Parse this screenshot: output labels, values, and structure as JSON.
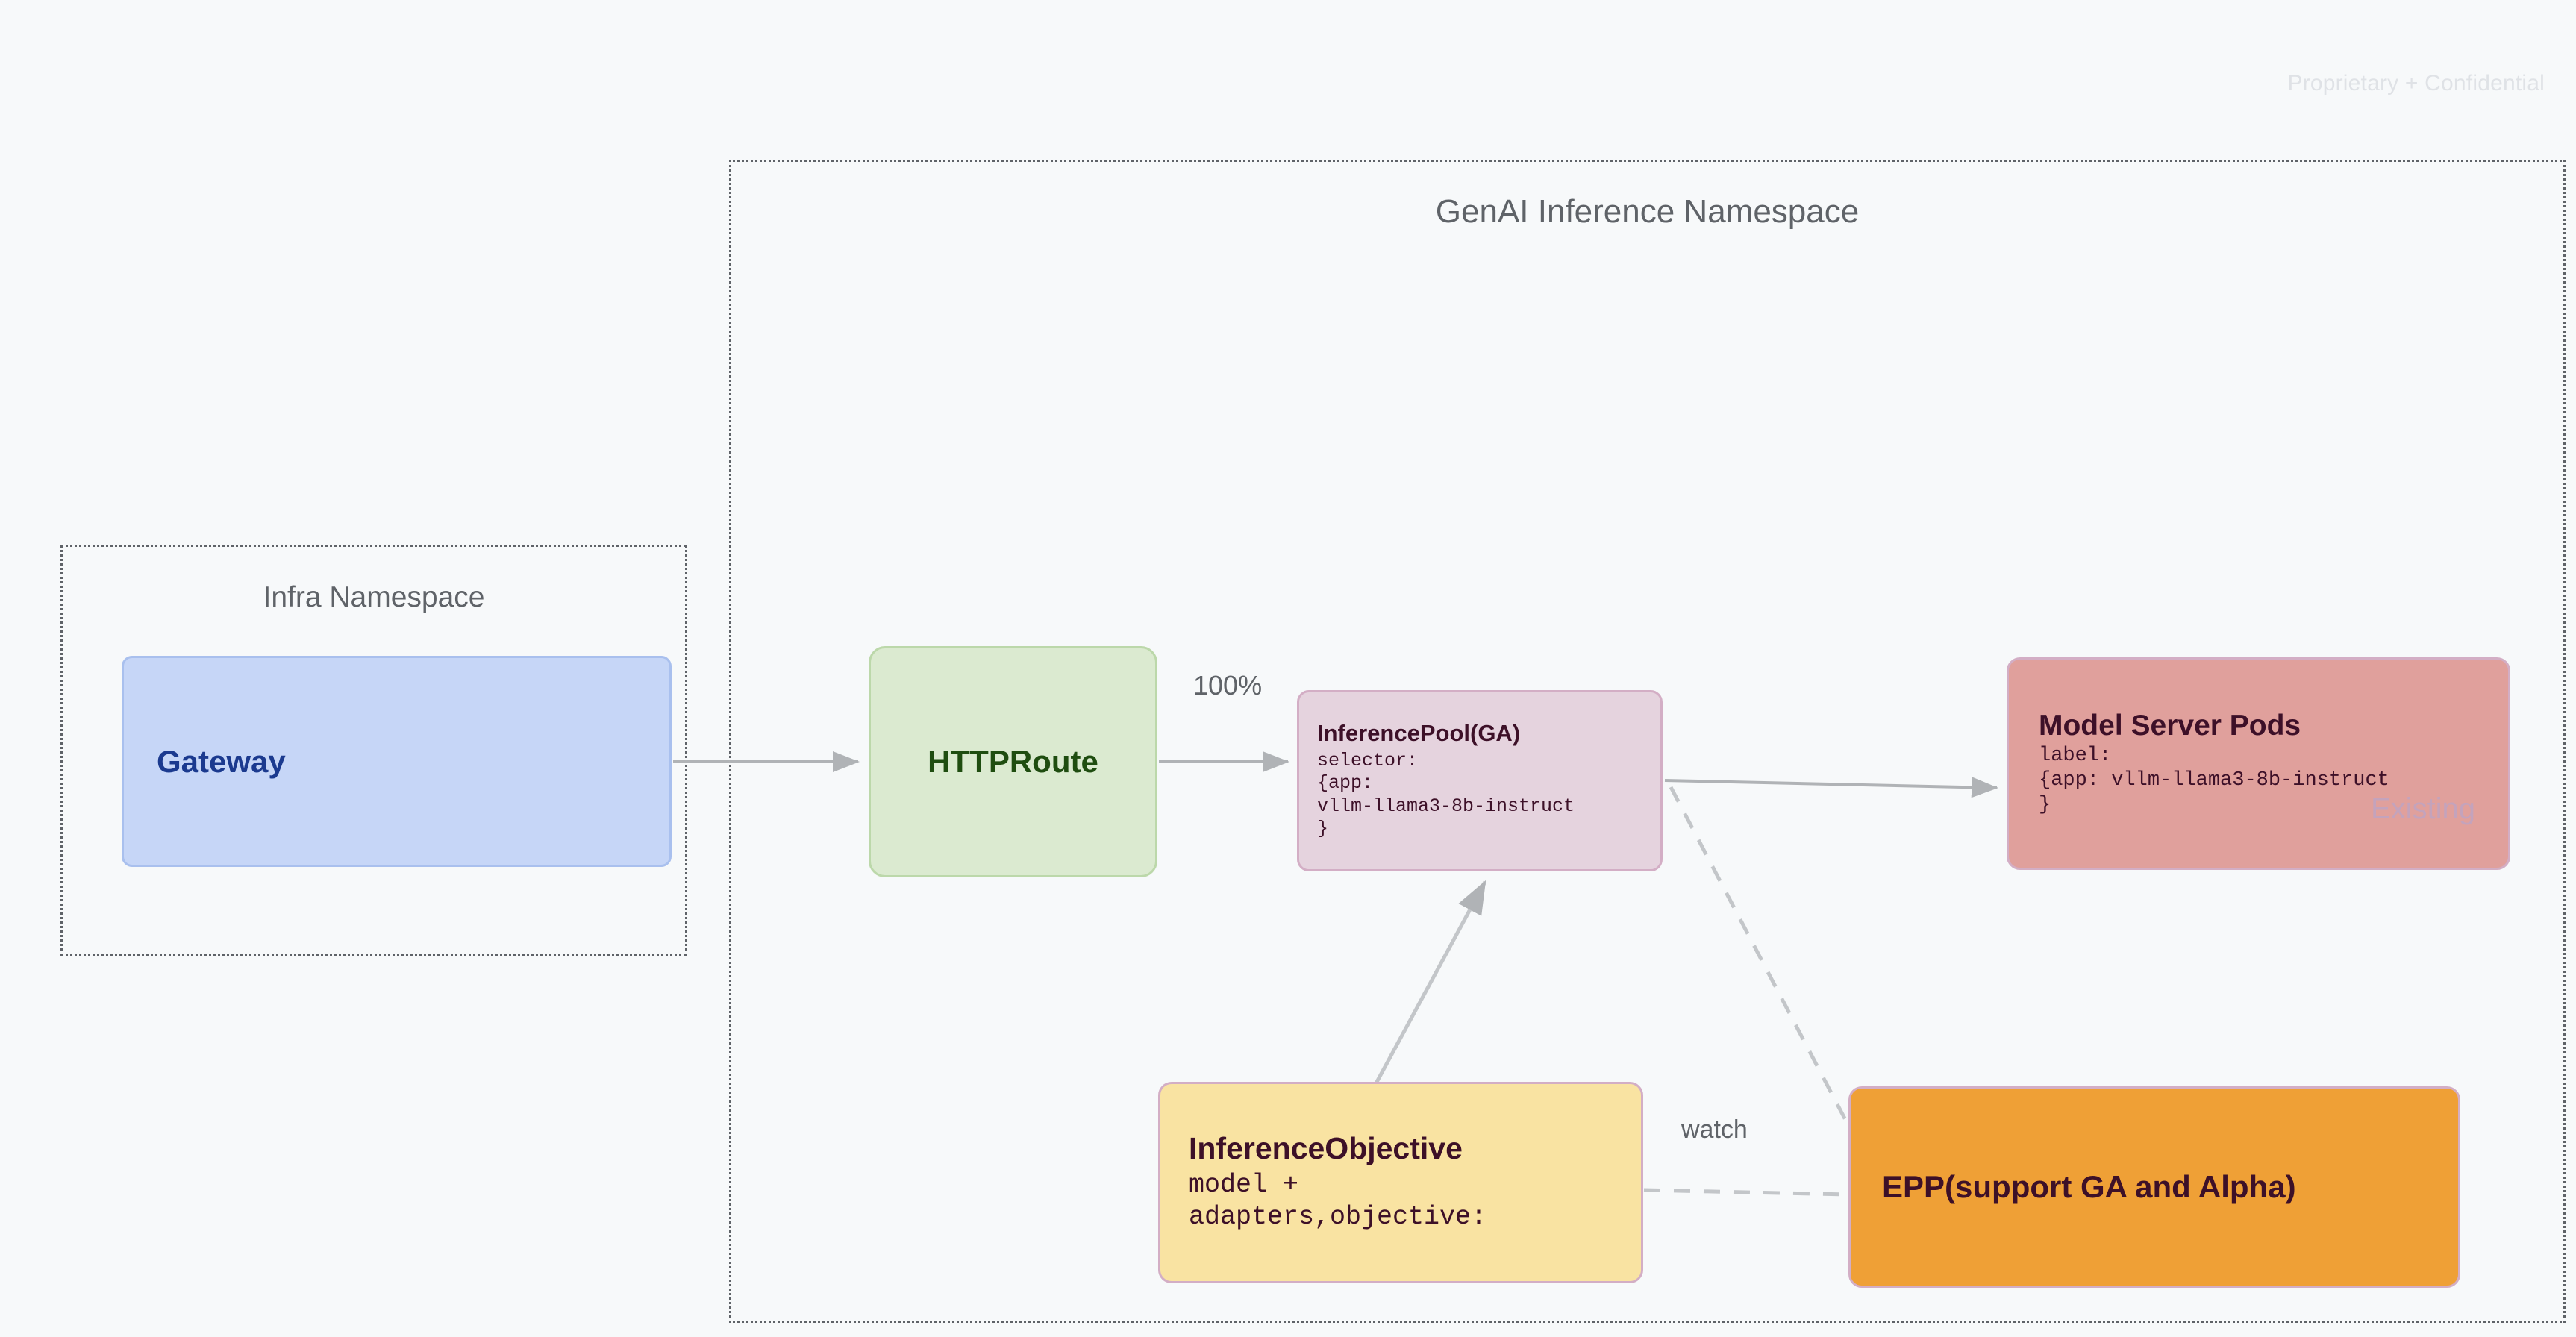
{
  "watermark": "Proprietary + Confidential",
  "namespaces": [
    {
      "id": "genai",
      "title": "GenAI Inference Namespace"
    },
    {
      "id": "infra",
      "title": "Infra Namespace"
    }
  ],
  "nodes": {
    "gateway": {
      "title": "Gateway",
      "fill": "#c6d6f7",
      "text_color": "#1b3a8f"
    },
    "httproute": {
      "title": "HTTPRoute",
      "fill": "#dbead0",
      "text_color": "#1f4d10"
    },
    "inferencepool": {
      "title": "InferencePool(GA)",
      "body": "selector:\n{app:\nvllm-llama3-8b-instruct\n}",
      "fill": "#e5d3de",
      "text_color": "#3d1028"
    },
    "modelserver": {
      "title": "Model Server Pods",
      "body": "label:\n{app: vllm-llama3-8b-instruct\n}",
      "badge": "Existing",
      "fill": "#e0a09c",
      "text_color": "#3d1028",
      "badge_color": "#c4a3bc"
    },
    "inferenceobjective": {
      "title": "InferenceObjective",
      "body": "model +\nadapters,objective:",
      "fill": "#f9e3a2",
      "text_color": "#3d1028"
    },
    "epp": {
      "title": "EPP(support GA and Alpha)",
      "fill": "#efa036",
      "text_color": "#3d1028"
    }
  },
  "edges": {
    "gateway_to_httproute": {
      "label": "",
      "style": "solid"
    },
    "httproute_to_inferencepool": {
      "label": "100%",
      "style": "solid"
    },
    "inferencepool_to_modelserver": {
      "label": "",
      "style": "solid"
    },
    "inferenceobjective_to_inferencepool": {
      "label": "",
      "style": "solid"
    },
    "inferencepool_to_epp": {
      "label": "",
      "style": "dashed"
    },
    "inferenceobjective_to_epp": {
      "label": "watch",
      "style": "dashed"
    }
  },
  "colors": {
    "background": "#f7f9fa",
    "namespace_border": "#5f6368",
    "connector": "#b0b3b6",
    "watermark": "#dfe2e6"
  }
}
